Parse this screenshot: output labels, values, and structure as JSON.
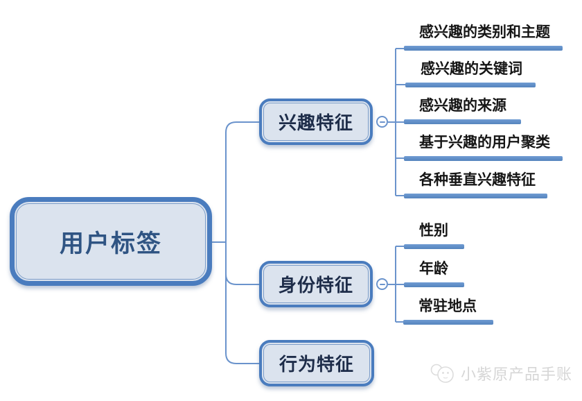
{
  "root": {
    "label": "用户标签"
  },
  "branches": [
    {
      "label": "兴趣特征",
      "children": [
        "感兴趣的类别和主题",
        "感兴趣的关键词",
        "感兴趣的来源",
        "基于兴趣的用户聚类",
        "各种垂直兴趣特征"
      ]
    },
    {
      "label": "身份特征",
      "children": [
        "性别",
        "年龄",
        "常驻地点"
      ]
    },
    {
      "label": "行为特征",
      "children": []
    }
  ],
  "icons": {
    "collapse": "minus-icon",
    "watermark_logo": "wechat-icon"
  },
  "watermark": {
    "text": "小紫原产品手账"
  },
  "colors": {
    "node_border": "#4a7cbe",
    "node_fill": "#dbe3ee",
    "connector": "#6a93cc",
    "leaf_bar": "#6292ca",
    "root_text": "#2f5483",
    "branch_text": "#1d2c49",
    "leaf_text": "#151515",
    "watermark_text": "#d6d6d6"
  }
}
